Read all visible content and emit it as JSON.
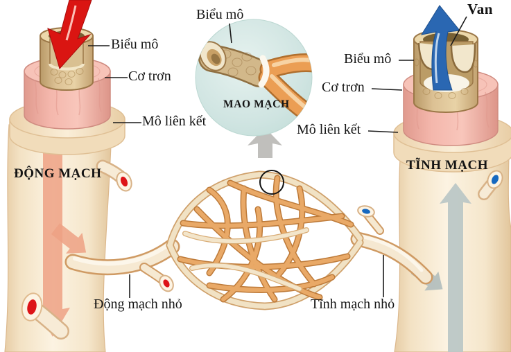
{
  "diagram_title": "Blood vessel structure: artery, capillary, vein",
  "labels": {
    "artery": {
      "title": "ĐỘNG MẠCH",
      "epithelium": "Biểu mô",
      "smooth_muscle": "Cơ trơn",
      "connective_tissue": "Mô liên kết",
      "arteriole": "Động mạch nhỏ"
    },
    "capillary": {
      "title": "MAO MẠCH",
      "epithelium": "Biểu mô"
    },
    "vein": {
      "title": "TĨNH MẠCH",
      "valve": "Van",
      "epithelium": "Biểu mô",
      "smooth_muscle": "Cơ trơn",
      "connective_tissue": "Mô liên kết",
      "venule": "Tĩnh mạch nhỏ"
    }
  },
  "colors": {
    "background": "#ffffff",
    "inset_background": "#cfe4e1",
    "vessel_cream": "#f6e7cd",
    "muscle_pink": "#f1b2a8",
    "epithelium_tan": "#d9be92",
    "capillary_orange": "#e9a967",
    "artery_inflow_arrow_red": "#da1512",
    "vein_outflow_arrow_blue": "#2a67b2",
    "artery_flow_arrow_pink": "#eda184",
    "vein_flow_arrow_gray": "#bcc7c6",
    "pointer_arrow_gray": "#c0bfbc",
    "blood_red_opening": "#dd1418",
    "blood_blue_opening": "#1668c0",
    "label_text": "#141414"
  }
}
